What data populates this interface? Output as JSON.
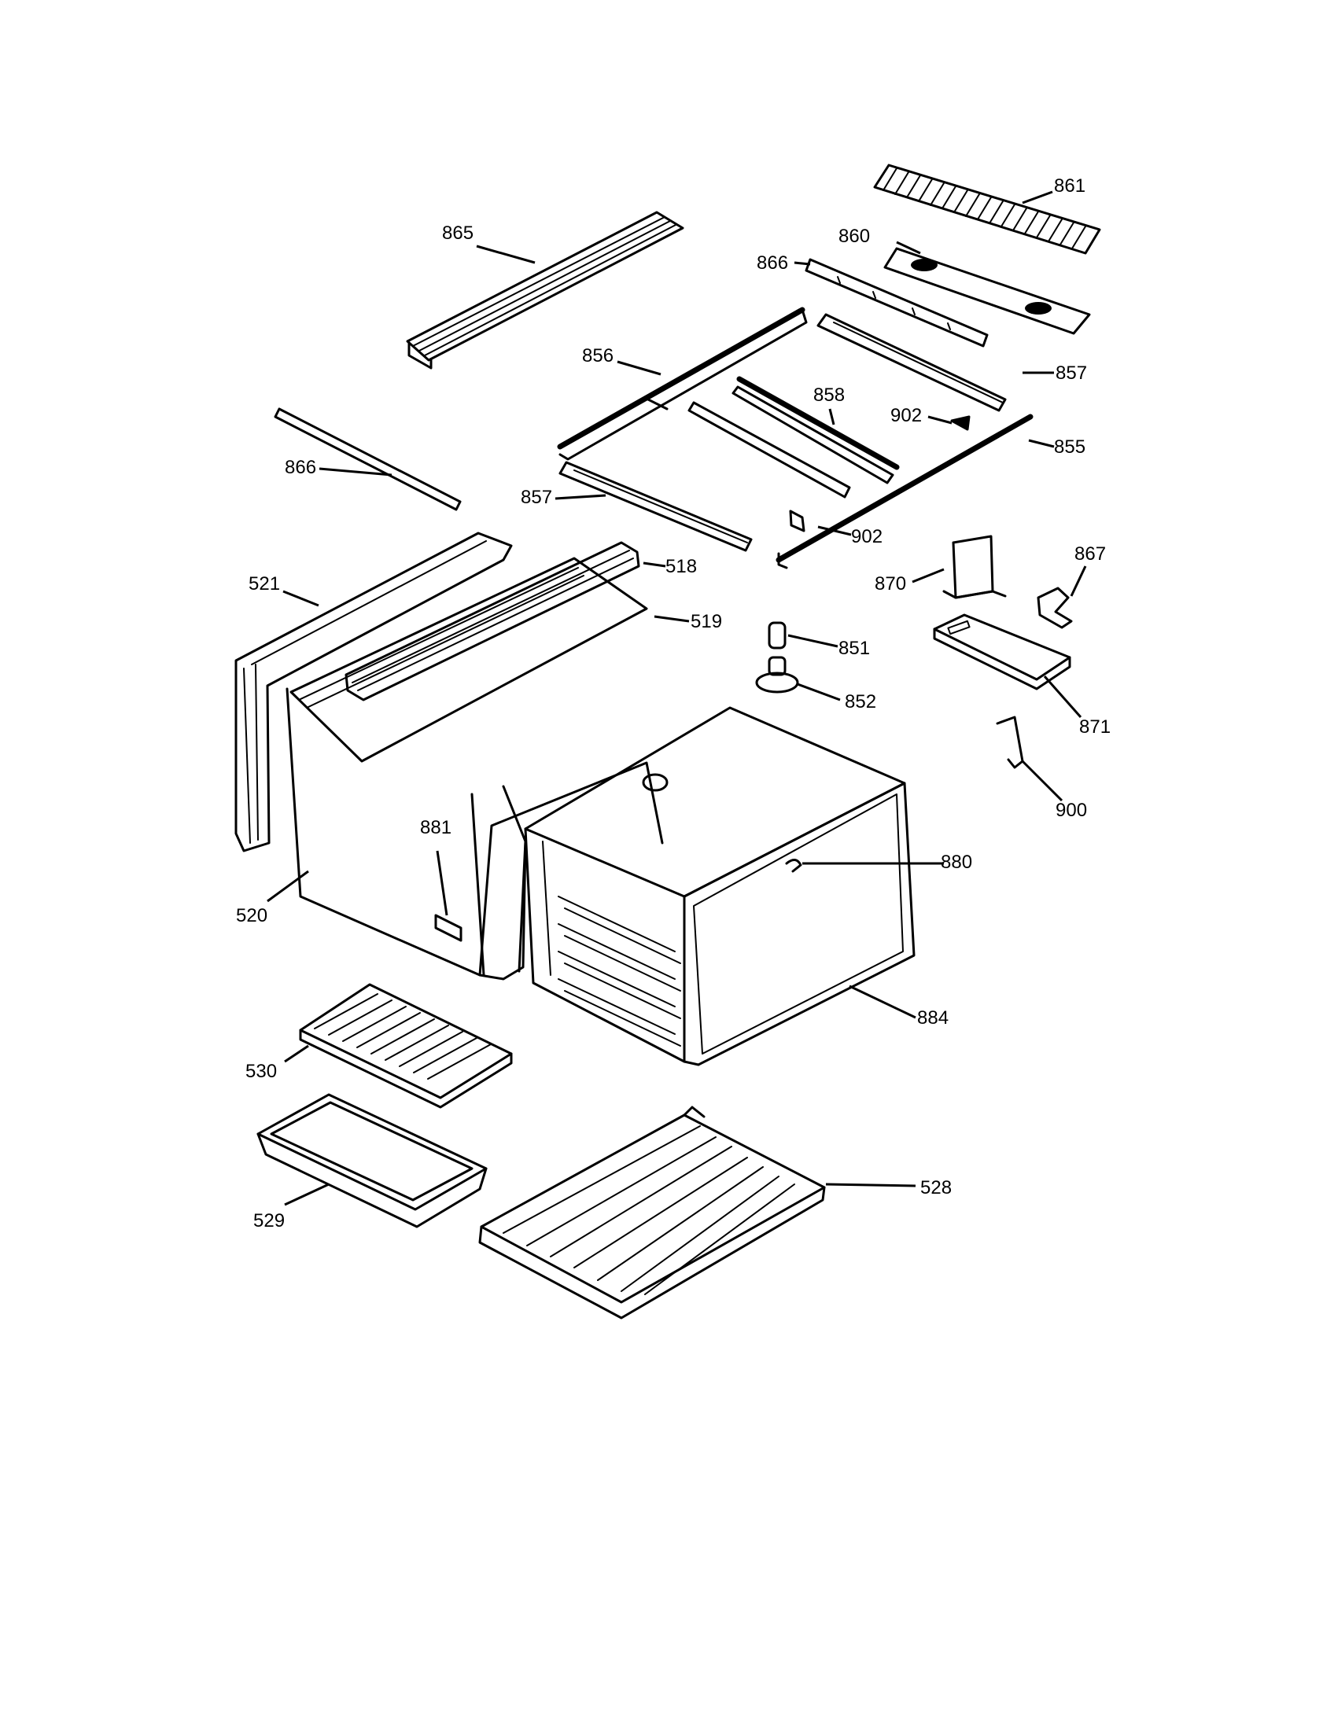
{
  "callouts": {
    "c861": "861",
    "c860": "860",
    "c866a": "866",
    "c865": "865",
    "c856": "856",
    "c857a": "857",
    "c858": "858",
    "c902a": "902",
    "c855": "855",
    "c866b": "866",
    "c857b": "857",
    "c902b": "902",
    "c518": "518",
    "c521": "521",
    "c519": "519",
    "c870": "870",
    "c867": "867",
    "c851": "851",
    "c852": "852",
    "c871": "871",
    "c900": "900",
    "c881": "881",
    "c880": "880",
    "c520": "520",
    "c884": "884",
    "c530": "530",
    "c529": "529",
    "c528": "528"
  }
}
